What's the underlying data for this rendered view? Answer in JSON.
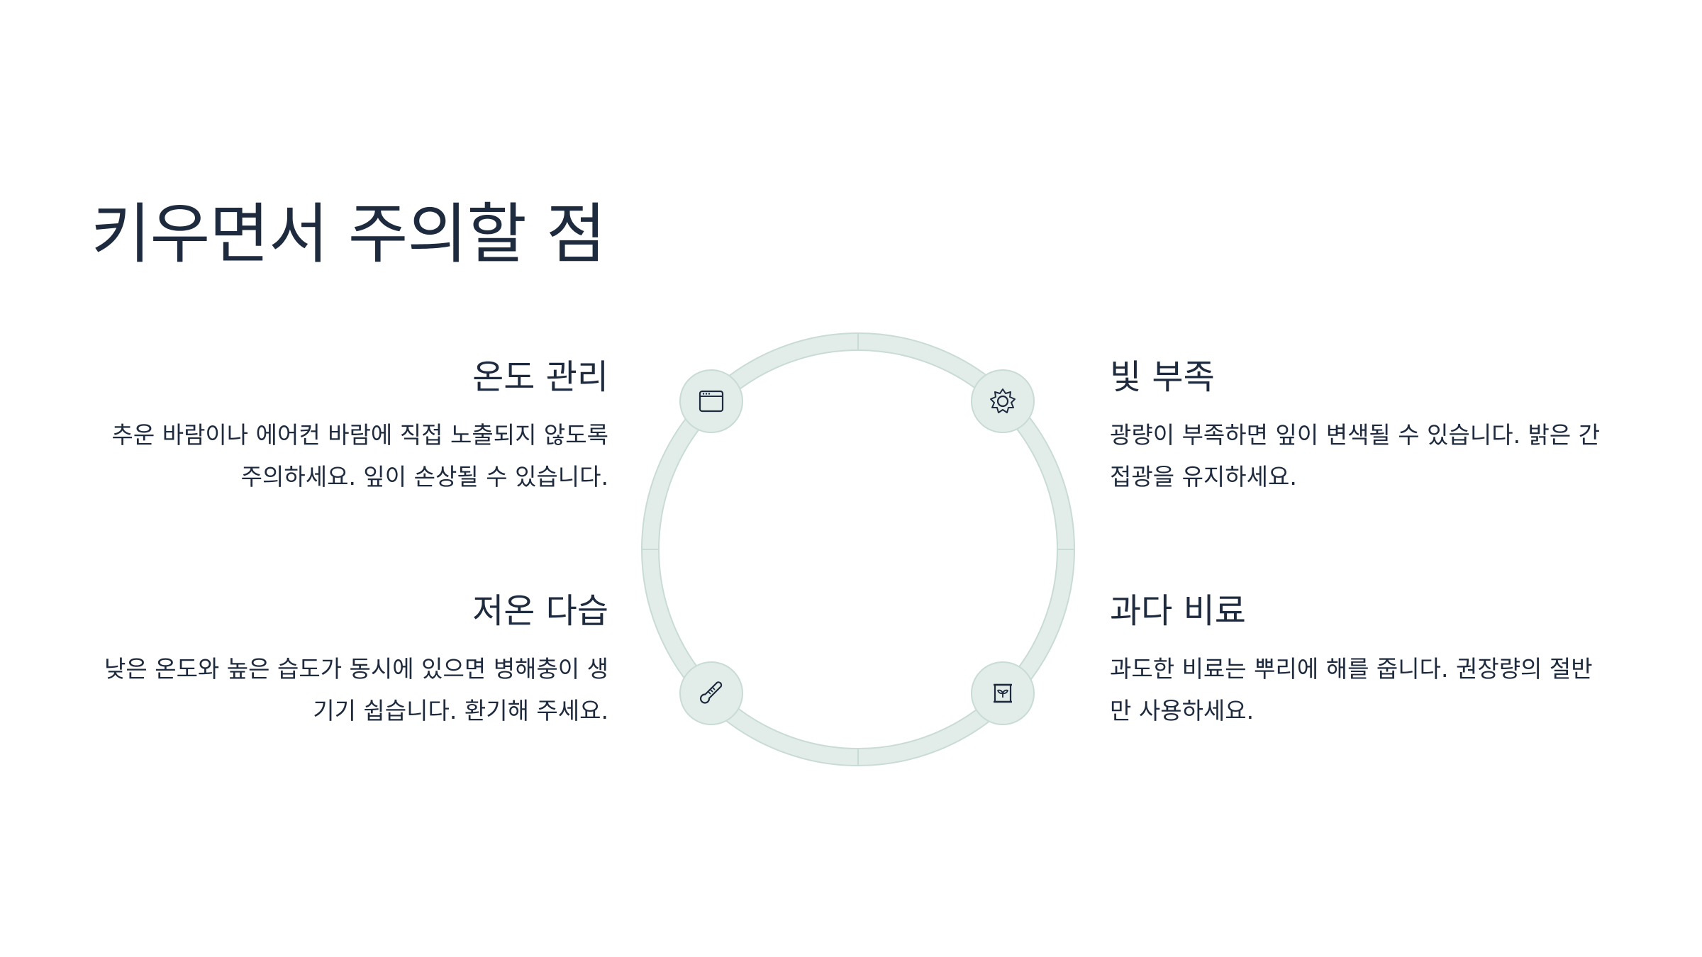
{
  "page": {
    "title": "키우면서 주의할 점"
  },
  "items": [
    {
      "title": "온도 관리",
      "body": "추운 바람이나 에어컨 바람에 직접 노출되지 않도록 주의하세요. 잎이 손상될 수 있습니다.",
      "icon": "window-icon"
    },
    {
      "title": "빛 부족",
      "body": "광량이 부족하면 잎이 변색될 수 있습니다. 밝은 간접광을 유지하세요.",
      "icon": "sun-icon"
    },
    {
      "title": "저온 다습",
      "body": "낮은 온도와 높은 습도가 동시에 있으면 병해충이 생기기 쉽습니다. 환기해 주세요.",
      "icon": "thermometer-icon"
    },
    {
      "title": "과다 비료",
      "body": "과도한 비료는 뿌리에 해를 줍니다. 권장량의 절반만 사용하세요.",
      "icon": "fertilizer-bag-icon"
    }
  ],
  "colors": {
    "text": "#1e2a3d",
    "ring": "#e2ede9",
    "ring_border": "#c9dbd5"
  }
}
